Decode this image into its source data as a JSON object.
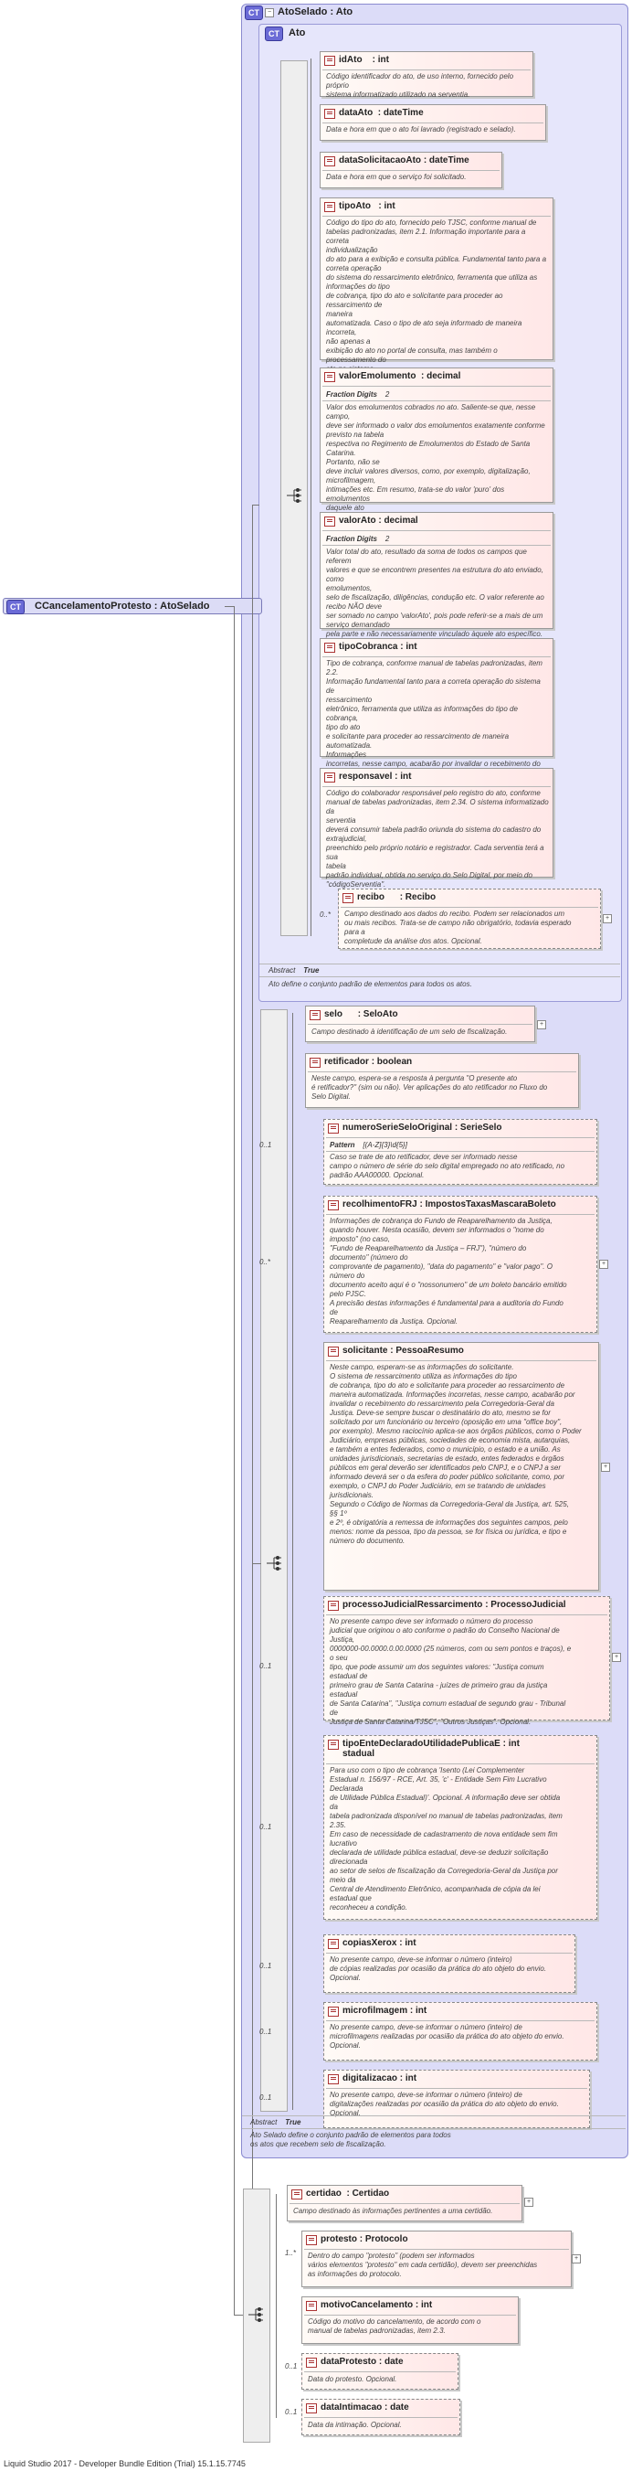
{
  "root": {
    "badge": "CT",
    "label": "CCancelamentoProtesto : AtoSelado"
  },
  "outer": {
    "badge": "CT",
    "title": "AtoSelado : Ato"
  },
  "inner": {
    "badge": "CT",
    "title": "Ato"
  },
  "ato_elements": [
    {
      "name": "idAto",
      "type": ": int",
      "doc": "Código identificador do ato, de uso interno, fornecido pelo próprio\nsistema informatizado utilizado na serventia."
    },
    {
      "name": "dataAto",
      "type": ": dateTime",
      "doc": "Data e hora em que o ato foi lavrado (registrado e selado)."
    },
    {
      "name": "dataSolicitacaoAto",
      "type": ": dateTime",
      "doc": "Data e hora em que o serviço foi solicitado."
    },
    {
      "name": "tipoAto",
      "type": ": int",
      "doc": "Código do tipo do ato, fornecido pelo TJSC, conforme manual de\ntabelas padronizadas, item 2.1. Informação importante para a correta\nindividualização\ndo ato para a exibição e consulta pública. Fundamental tanto para a\ncorreta operação\ndo sistema do ressarcimento eletrônico, ferramenta que utiliza as\ninformações do tipo\nde cobrança, tipo do ato e solicitante para proceder ao ressarcimento de\nmaneira\nautomatizada. Caso o tipo de ato seja informado de maneira incorreta,\nnão apenas a\nexibição do ato no portal de consulta, mas também o processamento do\nato no sistema\neletrônico de ressarcimento, serão severamente afetados."
    },
    {
      "name": "valorEmolumento",
      "type": ": decimal",
      "facet_label": "Fraction Digits",
      "facet_value": "2",
      "doc": "Valor dos emolumentos cobrados no ato. Saliente-se que, nesse campo,\ndeve ser informado o valor dos emolumentos exatamente conforme\nprevisto na tabela\nrespectiva no Regimento de Emolumentos do Estado de Santa Catarina.\nPortanto, não se\ndeve incluir valores diversos, como, por exemplo, digitalização,\nmicrofilmagem,\nintimações etc. Em resumo, trata-se do valor 'puro' dos emolumentos\ndaquele ato\nindividualmente considerado."
    },
    {
      "name": "valorAto",
      "type": ": decimal",
      "facet_label": "Fraction Digits",
      "facet_value": "2",
      "doc": "Valor total do ato, resultado da soma de todos os campos que referem\nvalores e que se encontrem presentes na estrutura do ato enviado, como\nemolumentos,\nselo de fiscalização, diligências, condução etc. O valor referente ao\nrecibo NÃO deve\nser somado no campo 'valorAto', pois pode referir-se a mais de um\nserviço demandado\npela parte e não necessariamente vinculado àquele ato específico."
    },
    {
      "name": "tipoCobranca",
      "type": ": int",
      "doc": "Tipo de cobrança, conforme manual de tabelas padronizadas, item 2.2.\nInformação fundamental tanto para a correta operação do sistema de\nressarcimento\neletrônico, ferramenta que utiliza as informações do tipo de cobrança,\ntipo do ato\ne solicitante para proceder ao ressarcimento de maneira automatizada.\nInformações\nincorretas, nesse campo, acabarão por invalidar o recebimento do\nressarcimento\npela Corregedoria-Geral da Justiça."
    },
    {
      "name": "responsavel",
      "type": ": int",
      "doc": "Código do colaborador responsável pelo registro do ato, conforme\nmanual de tabelas padronizadas, item 2.34. O sistema informatizado da\nserventia\ndeverá consumir tabela padrão oriunda do sistema do cadastro do\nextrajudicial,\npreenchido pelo próprio notário e registrador. Cada serventia terá a sua\ntabela\npadrão individual, obtida no serviço do Selo Digital, por meio do\n\"códigoServentia\"."
    },
    {
      "name": "recibo",
      "type": ": Recibo",
      "mult": "0..*",
      "doc": "Campo destinado aos dados do recibo. Podem ser relacionados um\nou mais recibos. Trata-se de campo não obrigatório, todavia esperado\npara a\ncompletude da análise dos atos. Opcional."
    }
  ],
  "inner_abstract": {
    "label": "Abstract",
    "value": "True"
  },
  "inner_doc": "Ato define o conjunto padrão de elementos para todos os atos.",
  "selado_elements": [
    {
      "name": "selo",
      "type": ": SeloAto",
      "doc": "Campo destinado à identificação de um selo de fiscalização."
    },
    {
      "name": "retificador",
      "type": ": boolean",
      "doc": "Neste campo, espera-se a resposta à pergunta \"O presente ato\né retificador?\" (sim ou não). Ver aplicações do ato retificador no Fluxo do\nSelo Digital."
    },
    {
      "name": "numeroSerieSeloOriginal",
      "type": ": SerieSelo",
      "mult": "0..1",
      "facet_label": "Pattern",
      "facet_value": "[(A-Z]{3}\\d{5}]",
      "doc": "Caso se trate de ato retificador, deve ser informado nesse\ncampo o número de série do selo digital empregado no ato retificado, no\npadrão AAA00000. Opcional."
    },
    {
      "name": "recolhimentoFRJ",
      "type": ": ImpostosTaxasMascaraBoleto",
      "mult": "0..*",
      "doc": "Informações de cobrança do Fundo de Reaparelhamento da Justiça,\nquando houver. Nesta ocasião, devem ser informados o \"nome do\nimposto\" (no caso,\n\"Fundo de Reaparelhamento da Justiça – FRJ\"), \"número do\ndocumento\" (número do\ncomprovante de pagamento), \"data do pagamento\" e \"valor pago\". O\nnúmero do\ndocumento aceito aqui é o \"nossonumero\" de um boleto bancário emitido\npelo PJSC.\nA precisão destas informações é fundamental para a auditoria do Fundo\nde\nReaparelhamento da Justiça. Opcional."
    },
    {
      "name": "solicitante",
      "type": ": PessoaResumo",
      "doc": "Neste campo, esperam-se as informações do solicitante.\nO sistema de ressarcimento utiliza as informações do tipo\nde cobrança, tipo do ato e solicitante para proceder ao ressarcimento de\nmaneira automatizada. Informações incorretas, nesse campo, acabarão por\ninvalidar o recebimento do ressarcimento pela Corregedoria-Geral da\nJustiça. Deve-se sempre buscar o destinatário do ato, mesmo se for\nsolicitado por um funcionário ou terceiro (oposição em uma \"office boy\",\npor exemplo). Mesmo raciocínio aplica-se aos órgãos públicos, como o Poder\nJudiciário, empresas públicas, sociedades de economia mista, autarquias,\ne também a entes federados, como o município, o estado e a união. As\nunidades jurisdicionais, secretarias de estado, entes federados e órgãos\npúblicos em geral deverão ser identificados pelo CNPJ, e o CNPJ a ser\ninformado deverá ser o da esfera do poder público solicitante, como, por\nexemplo, o CNPJ do Poder Judiciário, em se tratando de unidades\njurisdicionais.\nSegundo o Código de Normas da Corregedoria-Geral da Justiça, art. 525,\n§§ 1º\ne 2º, é obrigatória a remessa de informações dos seguintes campos, pelo\nmenos: nome da pessoa, tipo da pessoa, se for física ou jurídica, e tipo e\nnúmero do documento."
    },
    {
      "name": "processoJudicialRessarcimento",
      "type": ": ProcessoJudicial",
      "mult": "0..1",
      "doc": "No presente campo deve ser informado o número do processo\njudicial que originou o ato conforme o padrão do Conselho Nacional de\nJustiça,\n0000000-00.0000.0.00.0000 (25 números, com ou sem pontos e traços), e\no seu\ntipo, que pode assumir um dos seguintes valores: \"Justiça comum\nestadual de\nprimeiro grau de Santa Catarina - juízes de primeiro grau da justiça\nestadual\nde Santa Catarina\", \"Justiça comum estadual de segundo grau - Tribunal\nde\nJustiça de Santa Catarina/TJSC\", \"Outros Justiças\". Opcional."
    },
    {
      "name": "tipoEnteDeclaradoUtilidadePublicaE",
      "type": ": int",
      "name2": "stadual",
      "mult": "0..1",
      "doc": "Para uso com o tipo de cobrança 'Isento (Lei Complementer\nEstadual n. 156/97 - RCE, Art. 35, 'c' - Entidade Sem Fim Lucrativo\nDeclarada\nde Utilidade Pública Estadual)'. Opcional. A informação deve ser obtida\nda\ntabela padronizada disponível no manual de tabelas padronizadas, item\n2.35.\nEm caso de necessidade de cadastramento de nova entidade sem fim\nlucrativo\ndeclarada de utilidade pública estadual, deve-se deduzir solicitação\ndirecionada\nao setor de selos de fiscalização da Corregedoria-Geral da Justiça por\nmeio da\nCentral de Atendimento Eletrônico, acompanhada de cópia da lei\nestadual que\nreconheceu a condição."
    },
    {
      "name": "copiasXerox",
      "type": ": int",
      "mult": "0..1",
      "doc": "No presente campo, deve-se informar o número (inteiro)\nde cópias realizadas por ocasião da prática do ato objeto do envio.\nOpcional."
    },
    {
      "name": "microfilmagem",
      "type": ": int",
      "mult": "0..1",
      "doc": "No presente campo, deve-se informar o número (inteiro) de\nmicrofilmagens realizadas por ocasião da prática do ato objeto do envio.\nOpcional."
    },
    {
      "name": "digitalizacao",
      "type": ": int",
      "mult": "0..1",
      "doc": "No presente campo, deve-se informar o número (inteiro) de\ndigitalizações realizadas por ocasião da prática do ato objeto do envio.\nOpcional."
    }
  ],
  "outer_abstract": {
    "label": "Abstract",
    "value": "True"
  },
  "outer_doc": "Ato Selado define o conjunto padrão de elementos para todos\nos atos que recebem selo de fiscalização.",
  "cancel_elements": [
    {
      "name": "certidao",
      "type": ": Certidao",
      "doc": "Campo destinado às informações pertinentes a uma certidão."
    },
    {
      "name": "protesto",
      "type": ": Protocolo",
      "mult": "1..*",
      "doc": "Dentro do campo \"protesto\" (podem ser informados\nvários elementos \"protesto\" em cada certidão), devem ser preenchidas\nas informações do protocolo."
    },
    {
      "name": "motivoCancelamento",
      "type": ": int",
      "doc": "Código do motivo do cancelamento, de acordo com o\nmanual de tabelas padronizadas, item 2.3."
    },
    {
      "name": "dataProtesto",
      "type": ": date",
      "mult": "0..1",
      "doc": "Data do protesto. Opcional."
    },
    {
      "name": "dataIntimacao",
      "type": ": date",
      "mult": "0..1",
      "doc": "Data da intimação. Opcional."
    }
  ],
  "footer": "Liquid Studio 2017 - Developer Bundle Edition (Trial) 15.1.15.7745"
}
